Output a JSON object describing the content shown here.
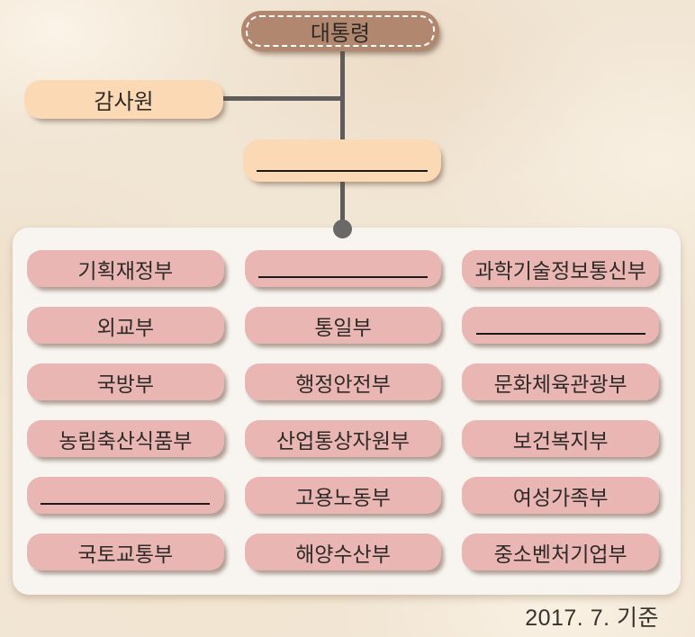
{
  "top": {
    "president": "대통령",
    "audit_office": "감사원",
    "prime_minister_blank": ""
  },
  "ministries": [
    [
      "기획재정부",
      "",
      "과학기술정보통신부"
    ],
    [
      "외교부",
      "통일부",
      ""
    ],
    [
      "국방부",
      "행정안전부",
      "문화체육관광부"
    ],
    [
      "농림축산식품부",
      "산업통상자원부",
      "보건복지부"
    ],
    [
      "",
      "고용노동부",
      "여성가족부"
    ],
    [
      "국토교통부",
      "해양수산부",
      "중소벤처기업부"
    ]
  ],
  "footer": {
    "caption": "2017. 7. 기준"
  },
  "colors": {
    "president_box": "#b1876f",
    "peach_box": "#fcd9b5",
    "ministry_box": "#e9b6b3",
    "connector": "#5f5d5b",
    "panel": "#f8f5f0",
    "background": "#f1e5d4"
  }
}
